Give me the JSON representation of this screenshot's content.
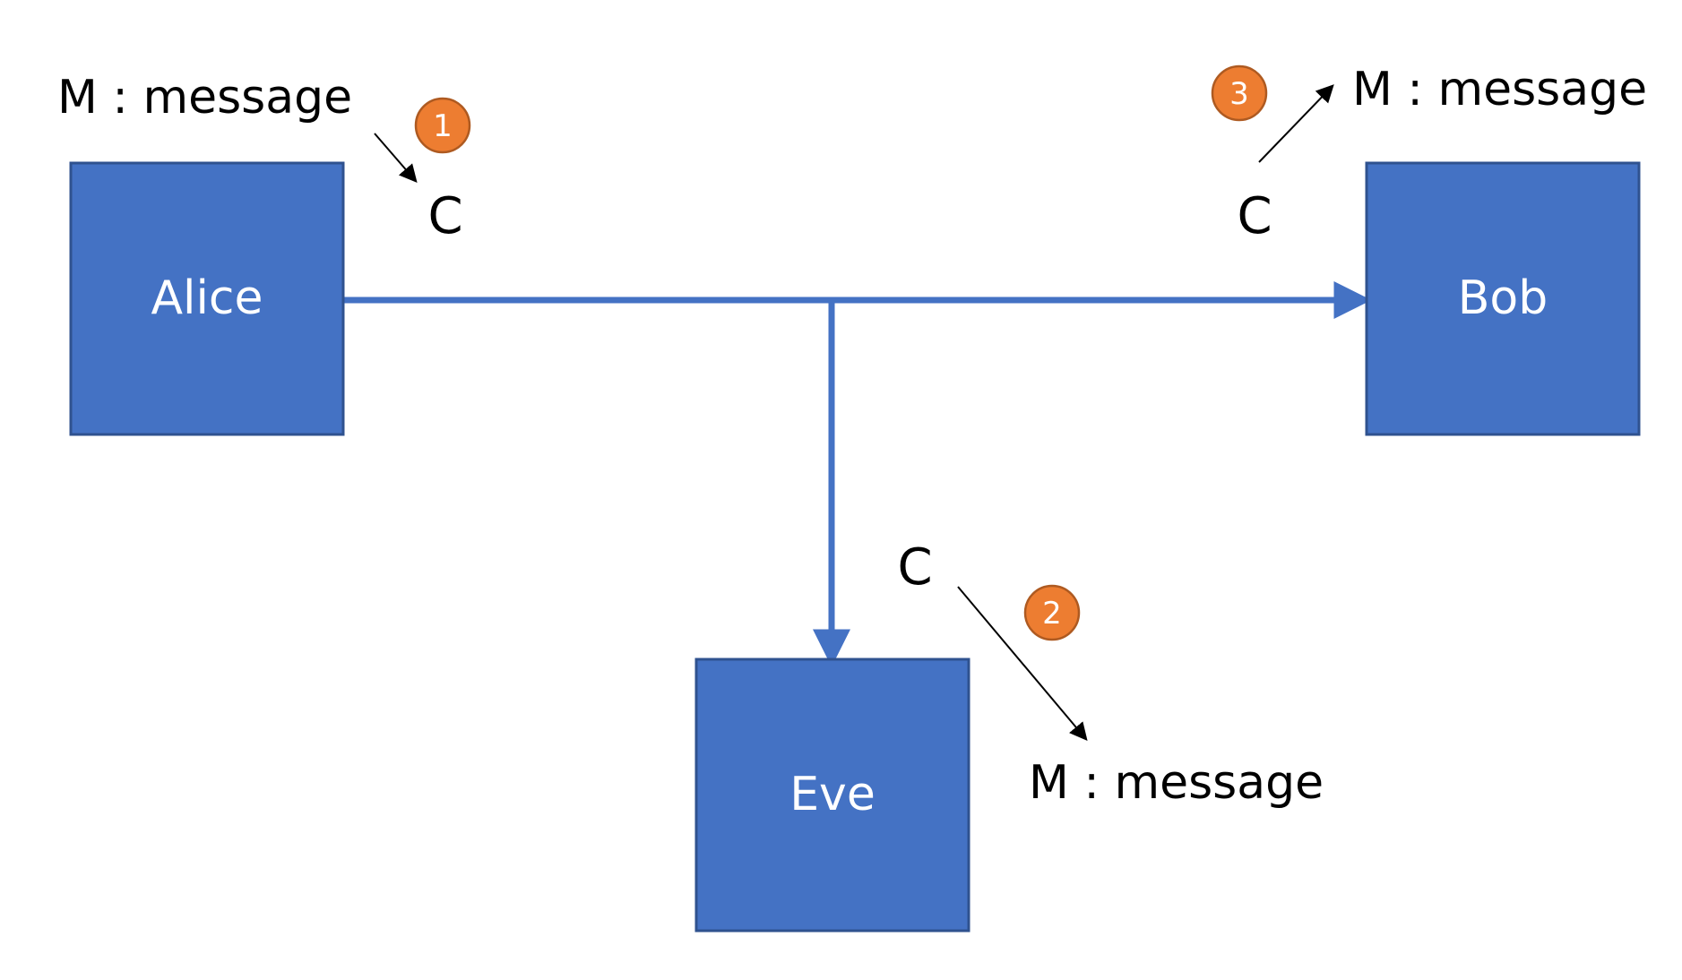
{
  "nodes": {
    "alice": {
      "label": "Alice"
    },
    "bob": {
      "label": "Bob"
    },
    "eve": {
      "label": "Eve"
    }
  },
  "plaintext_labels": {
    "alice": "M : message",
    "bob": "M : message",
    "eve": "M : message"
  },
  "ciphertext_labels": {
    "alice": "C",
    "bob": "C",
    "eve": "C"
  },
  "steps": [
    {
      "number": "1"
    },
    {
      "number": "2"
    },
    {
      "number": "3"
    }
  ],
  "colors": {
    "node_fill": "#4472C4",
    "node_stroke": "#2F528F",
    "badge_fill": "#ED7D31",
    "flow_line": "#4472C4"
  }
}
